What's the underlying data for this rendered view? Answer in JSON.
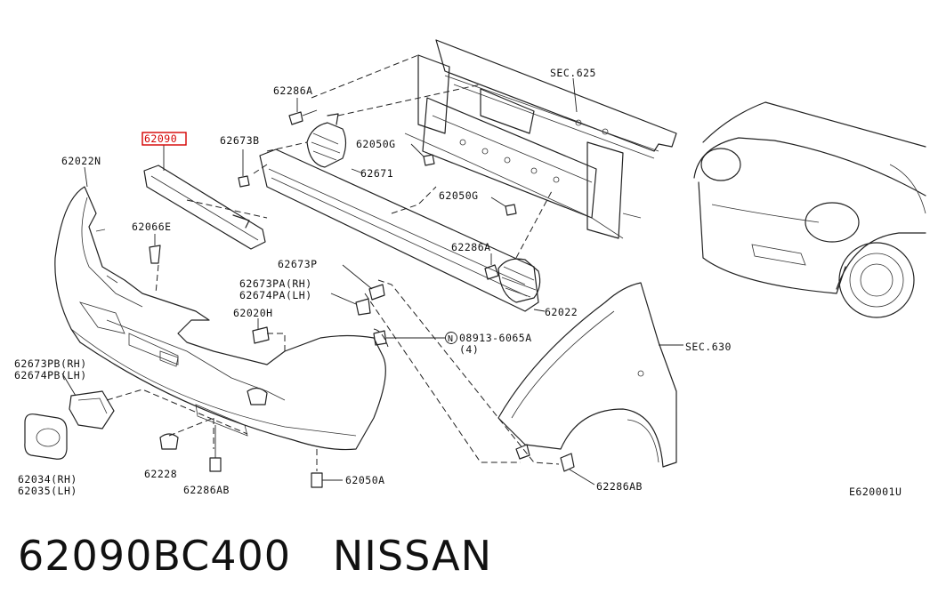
{
  "diagram": {
    "highlighted_part": "62090",
    "labels": {
      "sec625": "SEC.625",
      "p62286A_top": "62286A",
      "p62673B": "62673B",
      "p62022N": "62022N",
      "p62050G_1": "62050G",
      "p62671": "62671",
      "p62066E": "62066E",
      "p62050G_2": "62050G",
      "p62286A_mid": "62286A",
      "p62673P": "62673P",
      "p62673PA": "62673PA(RH)",
      "p62674PA": "62674PA(LH)",
      "p62022": "62022",
      "p62020H": "62020H",
      "p08913": "08913-6065A",
      "p08913_qty": "(4)",
      "p08913_prefix": "N",
      "sec630": "SEC.630",
      "p62673PB": "62673PB(RH)",
      "p62674PB": "62674PB(LH)",
      "p62034": "62034(RH)",
      "p62035": "62035(LH)",
      "p62228": "62228",
      "p62286AB_left": "62286AB",
      "p62050A": "62050A",
      "p62286AB_right": "62286AB",
      "diagram_code": "E620001U"
    }
  },
  "caption": {
    "part_number": "62090BC400",
    "brand": "NISSAN"
  },
  "colors": {
    "highlight": "#d40000",
    "line": "#222222"
  }
}
